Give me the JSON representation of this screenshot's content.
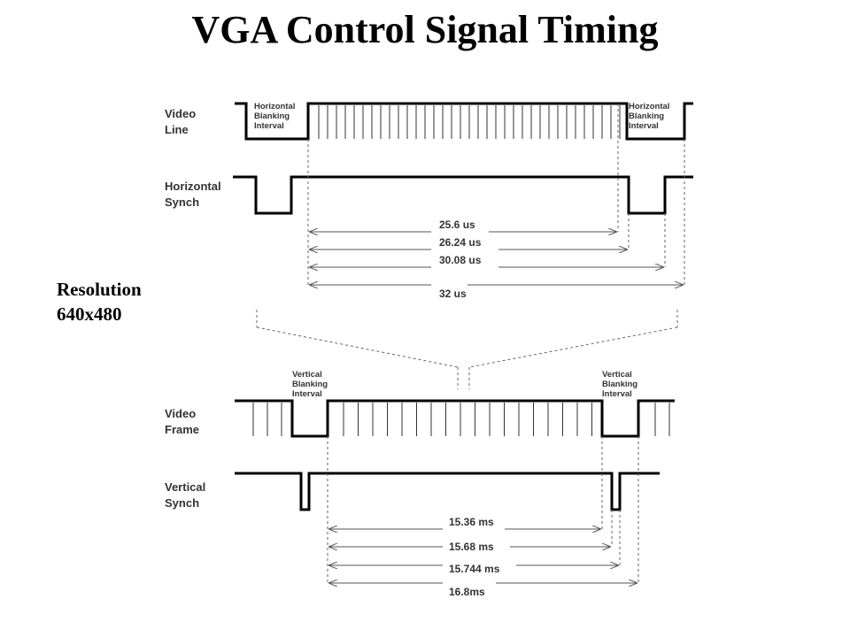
{
  "title": "VGA Control Signal Timing",
  "resolution": {
    "line1": "Resolution",
    "line2": "640x480"
  },
  "horizontal": {
    "video_line_label": [
      "Video",
      "Line"
    ],
    "synch_label": [
      "Horizontal",
      "Synch"
    ],
    "blanking_label": [
      "Horizontal",
      "Blanking",
      "Interval"
    ],
    "timings": [
      "25.6 us",
      "26.24 us",
      "30.08 us",
      "32 us"
    ]
  },
  "vertical": {
    "video_frame_label": [
      "Video",
      "Frame"
    ],
    "synch_label": [
      "Vertical",
      "Synch"
    ],
    "blanking_label": [
      "Vertical",
      "Blanking",
      "Interval"
    ],
    "timings": [
      "15.36 ms",
      "15.68 ms",
      "15.744 ms",
      "16.8ms"
    ]
  }
}
